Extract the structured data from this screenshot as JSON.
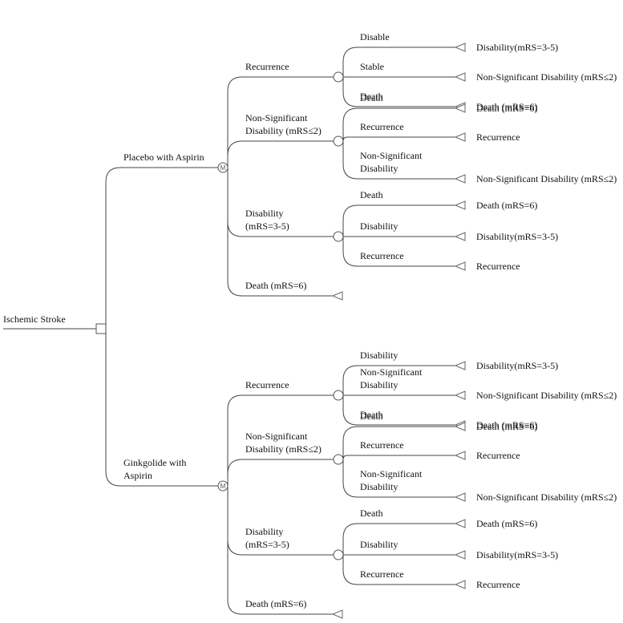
{
  "root": {
    "label": "Ischemic Stroke"
  },
  "strategies": [
    {
      "label": [
        "Placebo with Aspirin"
      ],
      "markov_symbol": "M",
      "states": [
        {
          "label": [
            "Recurrence"
          ],
          "branches": [
            {
              "label": [
                "Disable"
              ],
              "outcome": "Disability(mRS=3-5)"
            },
            {
              "label": [
                "Stable"
              ],
              "outcome": "Non-Significant Disability (mRS≤2)"
            },
            {
              "label": [
                "Death"
              ],
              "outcome": "Death (mRS=6)"
            }
          ]
        },
        {
          "label": [
            "Non-Significant",
            "Disability (mRS≤2)"
          ],
          "branches": [
            {
              "label": [
                "Death"
              ],
              "outcome": "Death (mRS=6)"
            },
            {
              "label": [
                "Recurrence"
              ],
              "outcome": "Recurrence"
            },
            {
              "label": [
                "Non-Significant",
                "Disability"
              ],
              "outcome": "Non-Significant Disability (mRS≤2)"
            }
          ]
        },
        {
          "label": [
            "Disability",
            "(mRS=3-5)"
          ],
          "branches": [
            {
              "label": [
                "Death"
              ],
              "outcome": "Death (mRS=6)"
            },
            {
              "label": [
                "Disability"
              ],
              "outcome": "Disability(mRS=3-5)"
            },
            {
              "label": [
                "Recurrence"
              ],
              "outcome": "Recurrence"
            }
          ]
        },
        {
          "label": [
            "Death (mRS=6)"
          ],
          "branches": []
        }
      ]
    },
    {
      "label": [
        "Ginkgolide with",
        "Aspirin"
      ],
      "markov_symbol": "M",
      "states": [
        {
          "label": [
            "Recurrence"
          ],
          "branches": [
            {
              "label": [
                "Disability"
              ],
              "outcome": "Disability(mRS=3-5)"
            },
            {
              "label": [
                "Non-Significant",
                "Disability"
              ],
              "outcome": "Non-Significant Disability (mRS≤2)"
            },
            {
              "label": [
                "Death"
              ],
              "outcome": "Death (mRS=6)"
            }
          ]
        },
        {
          "label": [
            "Non-Significant",
            "Disability (mRS≤2)"
          ],
          "branches": [
            {
              "label": [
                "Death"
              ],
              "outcome": "Death (mRS=6)"
            },
            {
              "label": [
                "Recurrence"
              ],
              "outcome": "Recurrence"
            },
            {
              "label": [
                "Non-Significant",
                "Disability"
              ],
              "outcome": "Non-Significant Disability (mRS≤2)"
            }
          ]
        },
        {
          "label": [
            "Disability",
            "(mRS=3-5)"
          ],
          "branches": [
            {
              "label": [
                "Death"
              ],
              "outcome": "Death (mRS=6)"
            },
            {
              "label": [
                "Disability"
              ],
              "outcome": "Disability(mRS=3-5)"
            },
            {
              "label": [
                "Recurrence"
              ],
              "outcome": "Recurrence"
            }
          ]
        },
        {
          "label": [
            "Death (mRS=6)"
          ],
          "branches": []
        }
      ]
    }
  ]
}
